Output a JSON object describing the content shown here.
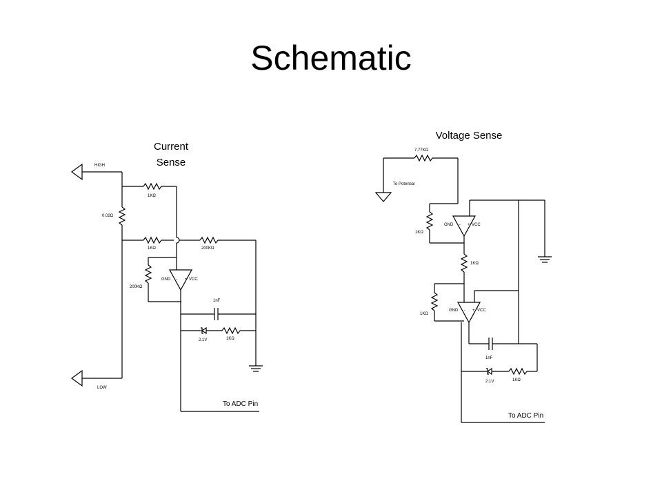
{
  "title": "Schematic",
  "current_sense": {
    "heading_line1": "Current",
    "heading_line2": "Sense",
    "high": "HIGH",
    "low": "LOW",
    "r_shunt": "0.02Ω",
    "r1": "1KΩ",
    "r2": "1KΩ",
    "r3": "200KΩ",
    "r4": "200KΩ",
    "opamp_gnd": "GND",
    "opamp_vcc": "VCC",
    "opamp_minus": "-",
    "opamp_plus": "+",
    "cap": "1nF",
    "zener": "2.1V",
    "r_out": "1KΩ",
    "adc": "To ADC Pin"
  },
  "voltage_sense": {
    "heading": "Voltage Sense",
    "r_top": "7.77KΩ",
    "to_potential": "To Potential",
    "r_fb1": "1KΩ",
    "opamp1_gnd": "GND",
    "opamp1_vcc": "VCC",
    "opamp1_minus": "-",
    "opamp1_plus": "+",
    "r_mid": "1KΩ",
    "r_fb2": "1KΩ",
    "opamp2_gnd": "GND",
    "opamp2_vcc": "VCC",
    "opamp2_minus": "-",
    "opamp2_plus": "+",
    "cap": "1nF",
    "zener": "2.1V",
    "r_out": "1KΩ",
    "adc": "To ADC Pin"
  }
}
